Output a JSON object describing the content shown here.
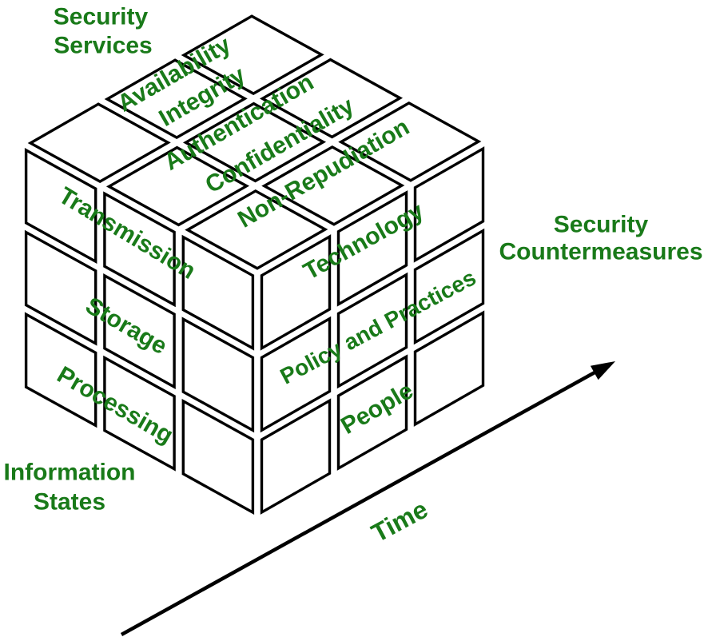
{
  "cube": {
    "top_face": {
      "axis_label": {
        "line1": "Security",
        "line2": "Services"
      },
      "items": [
        "Availability",
        "Integrity",
        "Authentication",
        "Confidentiality",
        "Non-Repudiation"
      ]
    },
    "left_face": {
      "axis_label": {
        "line1": "Information",
        "line2": "States"
      },
      "items": [
        "Transmission",
        "Storage",
        "Processing"
      ]
    },
    "right_face": {
      "axis_label": {
        "line1": "Security",
        "line2": "Countermeasures"
      },
      "items": [
        "Technology",
        "Policy and Practices",
        "People"
      ]
    },
    "time_axis": {
      "label": "Time"
    }
  },
  "colors": {
    "label_green": "#197a19",
    "outline_black": "#000000",
    "background": "#ffffff"
  }
}
